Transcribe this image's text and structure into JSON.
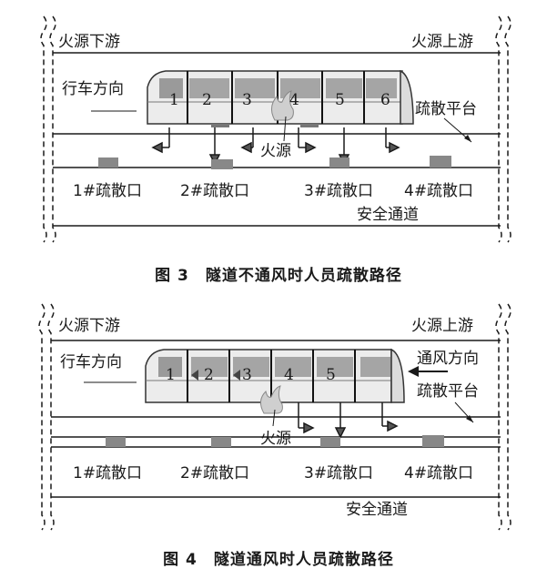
{
  "figure3": {
    "caption": "图 3　隧道不通风时人员疏散路径",
    "downstream": "火源下游",
    "upstream": "火源上游",
    "direction": "行车方向",
    "platform": "疏散平台",
    "fire": "火源",
    "exits": [
      "1#疏散口",
      "2#疏散口",
      "3#疏散口",
      "4#疏散口"
    ],
    "passage": "安全通道",
    "cars": [
      "1",
      "2",
      "3",
      "4",
      "5",
      "6"
    ]
  },
  "figure4": {
    "caption": "图 4　隧道通风时人员疏散路径",
    "downstream": "火源下游",
    "upstream": "火源上游",
    "direction": "行车方向",
    "ventilation": "通风方向",
    "platform": "疏散平台",
    "fire": "火源",
    "exits": [
      "1#疏散口",
      "2#疏散口",
      "3#疏散口",
      "4#疏散口"
    ],
    "passage": "安全通道",
    "cars": [
      "1",
      "2",
      "3",
      "4",
      "5"
    ]
  },
  "colors": {
    "line": "#1a1a1a",
    "train_body": "#e8e8e8",
    "window": "#9a9a9a",
    "exit_block": "#888888"
  }
}
